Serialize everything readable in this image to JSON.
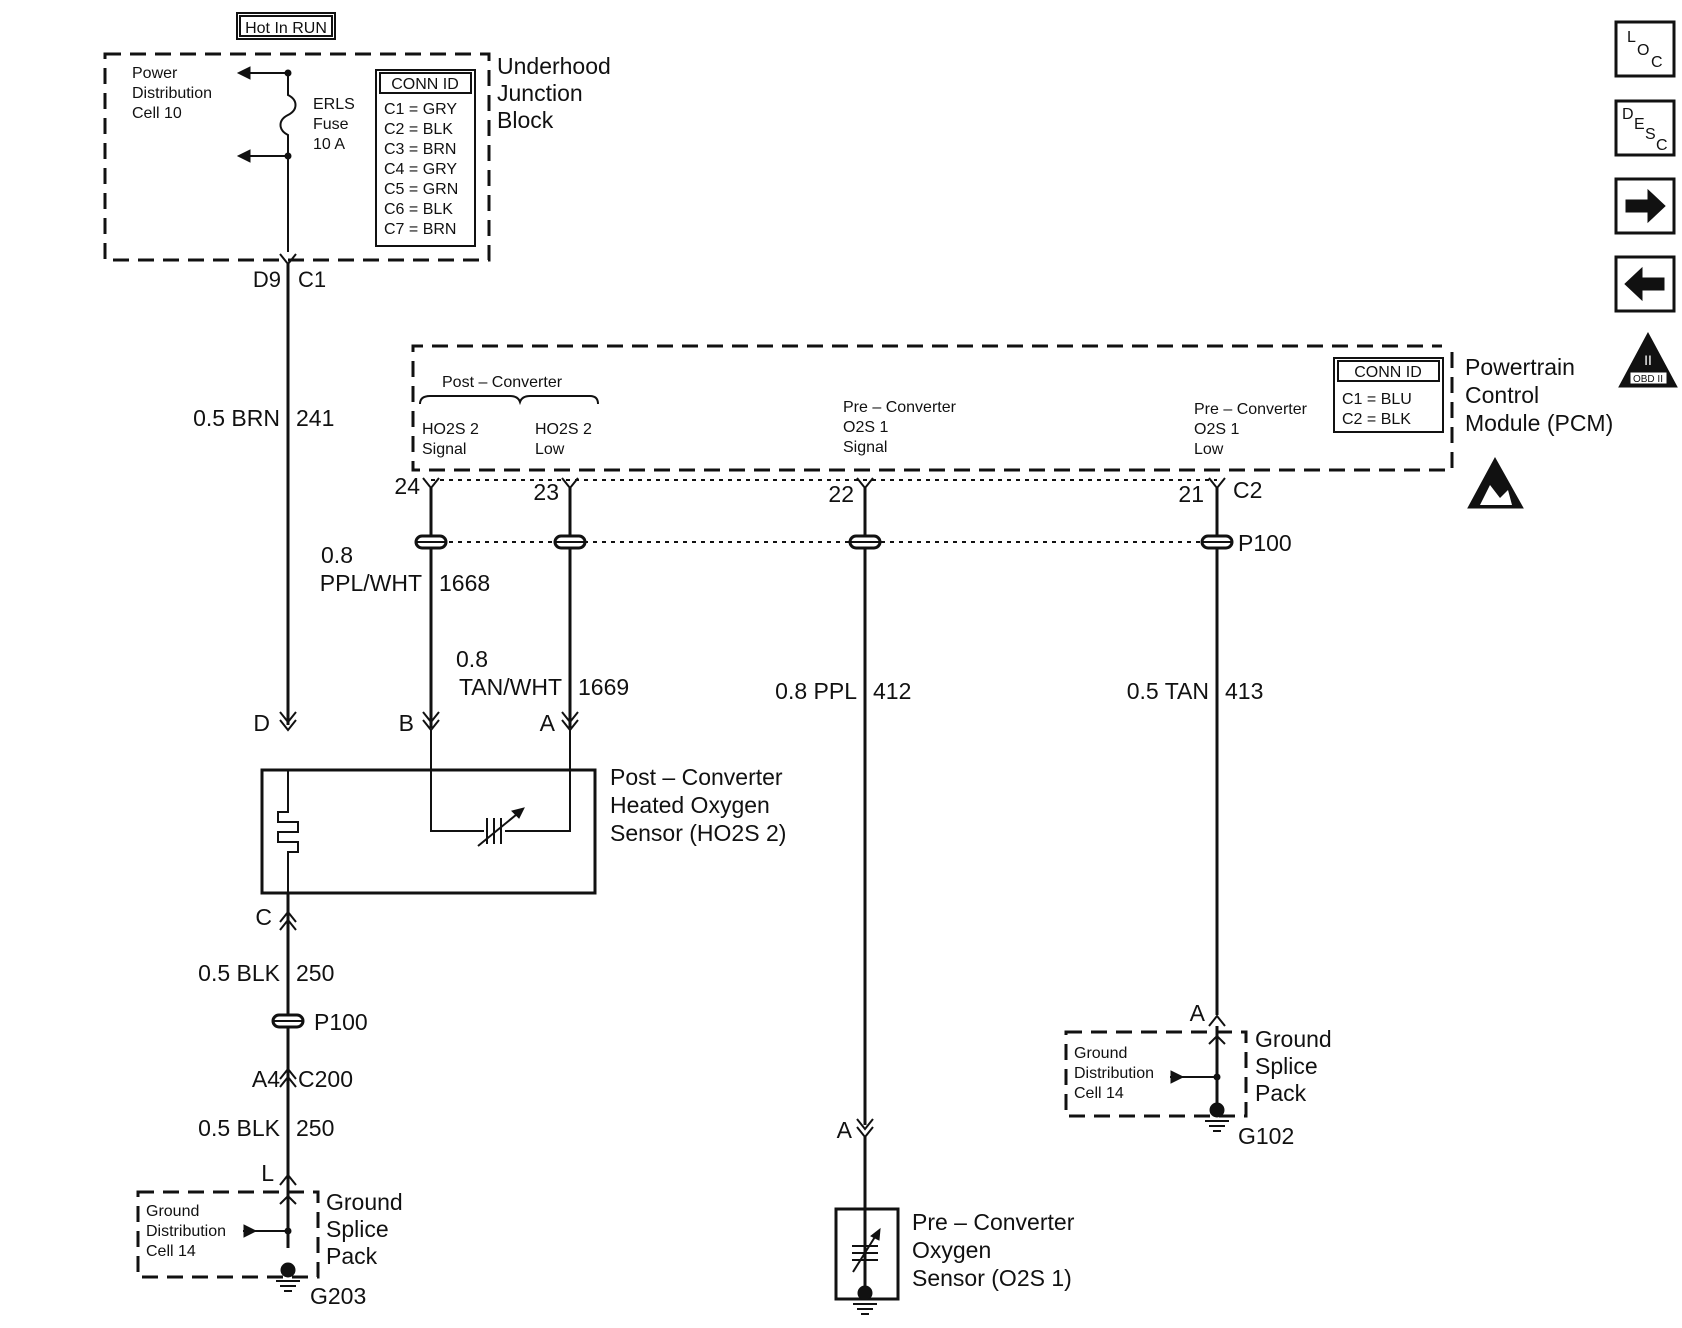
{
  "header": {
    "hot_in_run": "Hot In RUN"
  },
  "junction_block": {
    "title_lines": [
      "Underhood",
      "Junction",
      "Block"
    ],
    "power_lines": [
      "Power",
      "Distribution",
      "Cell 10"
    ],
    "fuse_lines": [
      "ERLS",
      "Fuse",
      "10 A"
    ],
    "conn_title": "CONN ID",
    "conn_rows": [
      "C1 = GRY",
      "C2 = BLK",
      "C3 = BRN",
      "C4 = GRY",
      "C5 = GRN",
      "C6 = BLK",
      "C7 = BRN"
    ],
    "pin_left": "D9",
    "pin_right": "C1"
  },
  "pcm": {
    "title_lines": [
      "Powertrain",
      "Control",
      "Module (PCM)"
    ],
    "conn_title": "CONN ID",
    "conn_rows": [
      "C1 = BLU",
      "C2 = BLK"
    ],
    "post_converter": "Post – Converter",
    "sig_ho2s_signal": [
      "HO2S 2",
      "Signal"
    ],
    "sig_ho2s_low": [
      "HO2S 2",
      "Low"
    ],
    "sig_o2s_signal": [
      "Pre – Converter",
      "O2S 1",
      "Signal"
    ],
    "sig_o2s_low": [
      "Pre – Converter",
      "O2S 1",
      "Low"
    ],
    "pins": [
      "24",
      "23",
      "22",
      "21"
    ],
    "connector": "C2"
  },
  "wires": {
    "w241_gauge": "0.5 BRN",
    "w241_num": "241",
    "w1668_gauge": "0.8",
    "w1668_color": "PPL/WHT",
    "w1668_num": "1668",
    "w1669_gauge": "0.8",
    "w1669_color": "TAN/WHT",
    "w1669_num": "1669",
    "w412_gauge": "0.8 PPL",
    "w412_num": "412",
    "w413_gauge": "0.5 TAN",
    "w413_num": "413",
    "w250a_gauge": "0.5 BLK",
    "w250a_num": "250",
    "w250b_gauge": "0.5 BLK",
    "w250b_num": "250"
  },
  "splices": {
    "p100_top": "P100",
    "p100_left": "P100"
  },
  "pins": {
    "D": "D",
    "B": "B",
    "A": "A",
    "C": "C",
    "A4": "A4",
    "C200": "C200",
    "L": "L",
    "A_g102": "A",
    "A_o2s": "A"
  },
  "ho2s2": {
    "name_lines": [
      "Post – Converter",
      "Heated Oxygen",
      "Sensor (HO2S 2)"
    ]
  },
  "o2s1": {
    "name_lines": [
      "Pre – Converter",
      "Oxygen",
      "Sensor (O2S 1)"
    ]
  },
  "ground_left": {
    "dist_lines": [
      "Ground",
      "Distribution",
      "Cell 14"
    ],
    "title_lines": [
      "Ground",
      "Splice",
      "Pack"
    ],
    "id": "G203"
  },
  "ground_right": {
    "dist_lines": [
      "Ground",
      "Distribution",
      "Cell 14"
    ],
    "title_lines": [
      "Ground",
      "Splice",
      "Pack"
    ],
    "id": "G102"
  },
  "nav": {
    "loc": [
      "L",
      "O",
      "C"
    ],
    "desc": [
      "D",
      "E",
      "S",
      "C"
    ],
    "obd": [
      "II",
      "OBD II"
    ]
  }
}
